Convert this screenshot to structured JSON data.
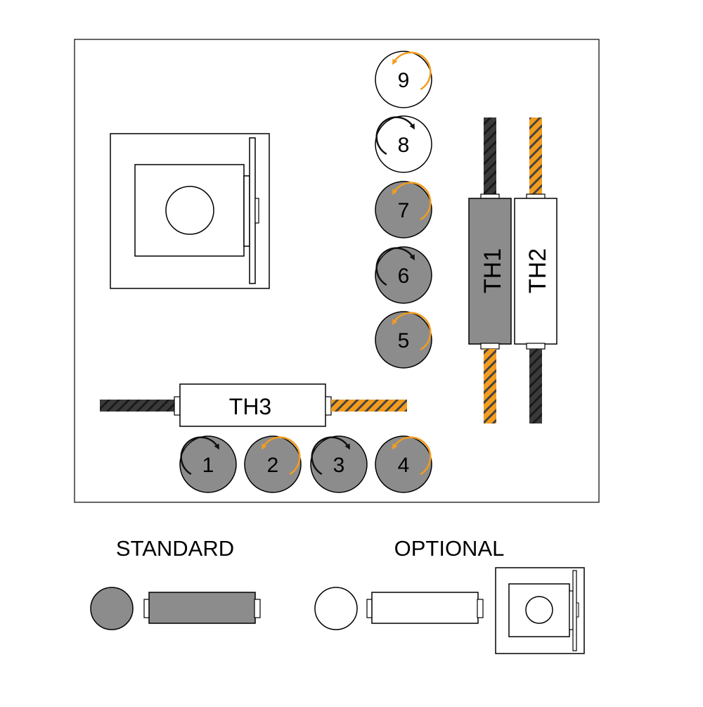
{
  "colors": {
    "gray": "#8c8c8c",
    "orange": "#f39c1e",
    "dark": "#3a3a3a",
    "white": "#ffffff",
    "stroke": "#000000"
  },
  "knobs": [
    {
      "label": "1",
      "fill": "gray",
      "arrow": "dark",
      "dir": "cw"
    },
    {
      "label": "2",
      "fill": "gray",
      "arrow": "orange",
      "dir": "ccw"
    },
    {
      "label": "3",
      "fill": "gray",
      "arrow": "dark",
      "dir": "cw"
    },
    {
      "label": "4",
      "fill": "gray",
      "arrow": "orange",
      "dir": "ccw"
    },
    {
      "label": "5",
      "fill": "gray",
      "arrow": "orange",
      "dir": "ccw"
    },
    {
      "label": "6",
      "fill": "gray",
      "arrow": "dark",
      "dir": "cw"
    },
    {
      "label": "7",
      "fill": "gray",
      "arrow": "orange",
      "dir": "ccw"
    },
    {
      "label": "8",
      "fill": "white",
      "arrow": "dark",
      "dir": "cw"
    },
    {
      "label": "9",
      "fill": "white",
      "arrow": "orange",
      "dir": "ccw"
    }
  ],
  "thermostats": {
    "th1": {
      "label": "TH1",
      "fill": "gray",
      "top_lead": "dark",
      "bottom_lead": "orange"
    },
    "th2": {
      "label": "TH2",
      "fill": "white",
      "top_lead": "orange",
      "bottom_lead": "dark"
    },
    "th3": {
      "label": "TH3",
      "fill": "white",
      "left_lead": "dark",
      "right_lead": "orange"
    }
  },
  "legend": {
    "standard_label": "STANDARD",
    "optional_label": "OPTIONAL"
  }
}
